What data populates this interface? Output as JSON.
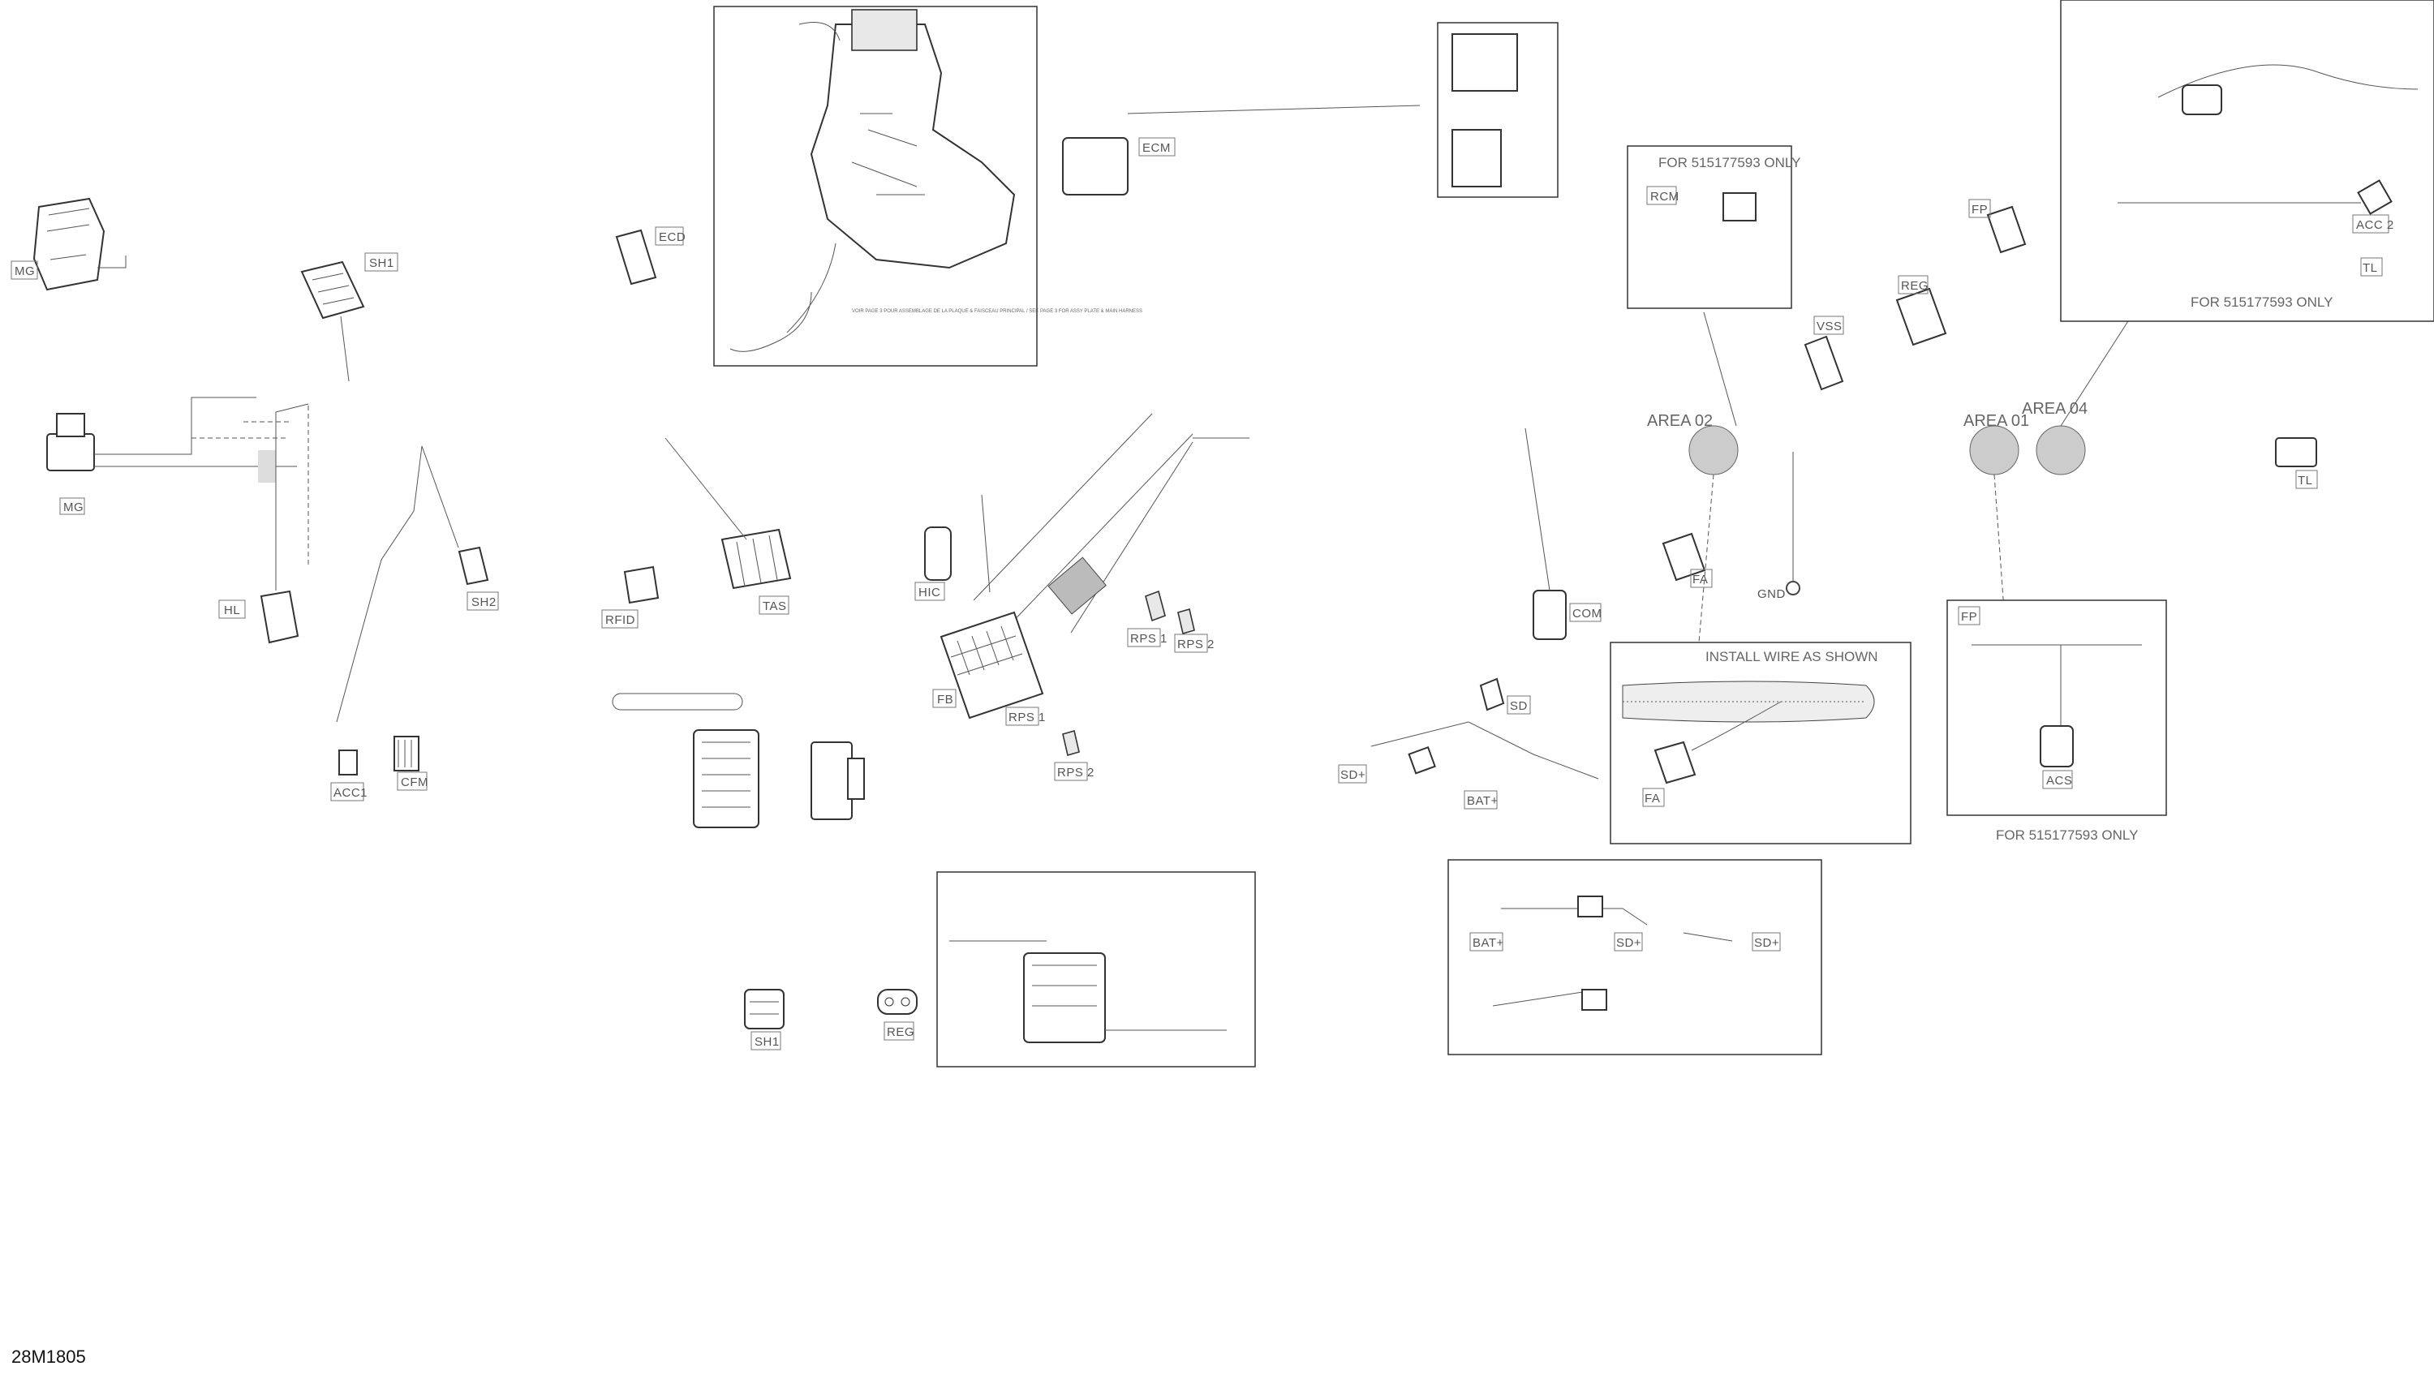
{
  "document_id": "28M1805",
  "connector_tags": {
    "mg_top": "MG",
    "mg": "MG",
    "sh1": "SH1",
    "hl": "HL",
    "sh2": "SH2",
    "acc1": "ACC1",
    "cfm": "CFM",
    "ecd": "ECD",
    "rfid": "RFID",
    "tas": "TAS",
    "ecm": "ECM",
    "hic": "HIC",
    "fb": "FB",
    "rps1": "RPS 1",
    "rps2": "RPS 2",
    "rps1b": "RPS 1",
    "rps2b": "RPS 2",
    "sh1b": "SH1",
    "reg": "REG",
    "com": "COM",
    "sd": "SD",
    "sdplus": "SD+",
    "batplus": "BAT+",
    "fa": "FA",
    "fa2": "FA",
    "gnd": "GND",
    "vss": "VSS",
    "reg2": "REG",
    "fp": "FP",
    "fp2": "FP",
    "acs": "ACS",
    "tl": "TL",
    "tl2": "TL",
    "acc2": "ACC 2",
    "rcm": "RCM",
    "batplus2": "BAT+",
    "sdplus2": "SD+",
    "sdplus3": "SD+"
  },
  "area_labels": {
    "area02": "AREA 02",
    "area01": "AREA 01",
    "area04": "AREA 04"
  },
  "box_titles": {
    "for_only_1": "FOR 515177593 ONLY",
    "for_only_2": "FOR 515177593 ONLY",
    "for_only_3": "FOR 515177593 ONLY",
    "install_wire": "INSTALL WIRE AS SHOWN"
  },
  "notes": {
    "view_page": "VOIR PAGE 3 POUR ASSEMBLAGE DE LA PLAQUE & FAISCEAU PRINCIPAL / SEE PAGE 3 FOR ASSY PLATE & MAIN HARNESS"
  }
}
